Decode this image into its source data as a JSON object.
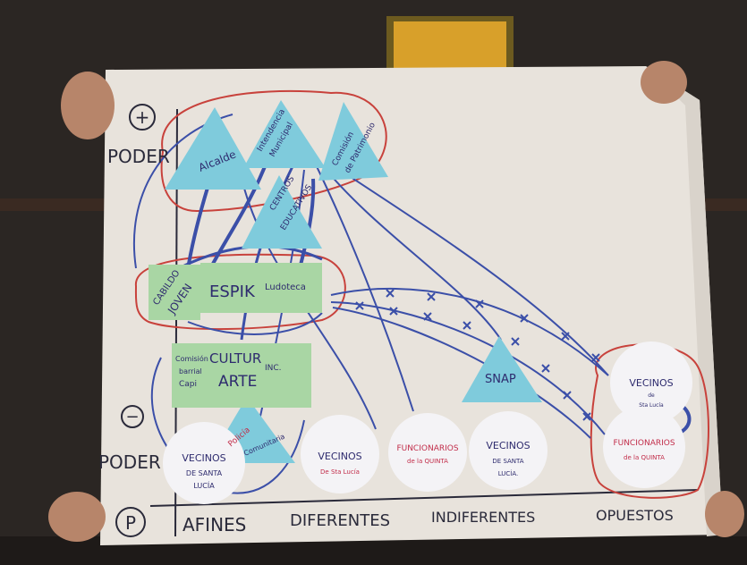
{
  "axis": {
    "plus_symbol": "+",
    "minus_symbol": "−",
    "poder_top": "PODER",
    "poder_bottom": "PODER",
    "corner_letter": "P"
  },
  "columns": {
    "afines": "AFINES",
    "diferentes": "DIFERENTES",
    "indiferentes": "INDIFERENTES",
    "opuestos": "OPUESTOS"
  },
  "triangles": {
    "alcalde": "Alcalde",
    "intendencia_1": "Intendencia",
    "intendencia_2": "Municipal",
    "comision_1": "Comisión",
    "comision_2": "de Patrimonio",
    "centros_1": "CENTROS",
    "centros_2": "EDUCATIVOS",
    "snap": "SNAP",
    "policia_1": "Policía",
    "policia_2": "Comunitaria"
  },
  "rects": {
    "cabildo_1": "CABILDO",
    "cabildo_2": "JOVEN",
    "espik": "ESPIK",
    "ludo": "Ludoteca",
    "comision_barrial_1": "Comisión",
    "comision_barrial_2": "barrial",
    "comision_barrial_3": "Capi",
    "cultur": "CULTUR",
    "arte": "ARTE",
    "inc": "INC."
  },
  "circles": {
    "vecinos_1a": "VECINOS",
    "vecinos_1b": "DE SANTA",
    "vecinos_1c": "LUCÍA",
    "vecinos_2a": "VECINOS",
    "vecinos_2b": "De Sta Lucía",
    "func_1a": "FUNCIONARIOS",
    "func_1b": "de la QUINTA",
    "vecinos_3a": "VECINOS",
    "vecinos_3b": "DE SANTA",
    "vecinos_3c": "LUCÍA.",
    "vecinos_4a": "VECINOS",
    "vecinos_4b": "de",
    "vecinos_4c": "Sta Lucía",
    "func_2a": "FUNCIONARIOS",
    "func_2b": "de la QUINTA"
  },
  "colors": {
    "paper": "#e8e3dc",
    "triangle": "#7fcbdc",
    "rect": "#a9d6a4",
    "circle": "#f4f3f6",
    "blue_line": "#3b4fa8",
    "red_line": "#c8423c",
    "ink": "#2e2b6e",
    "red_ink": "#c22d4a"
  }
}
